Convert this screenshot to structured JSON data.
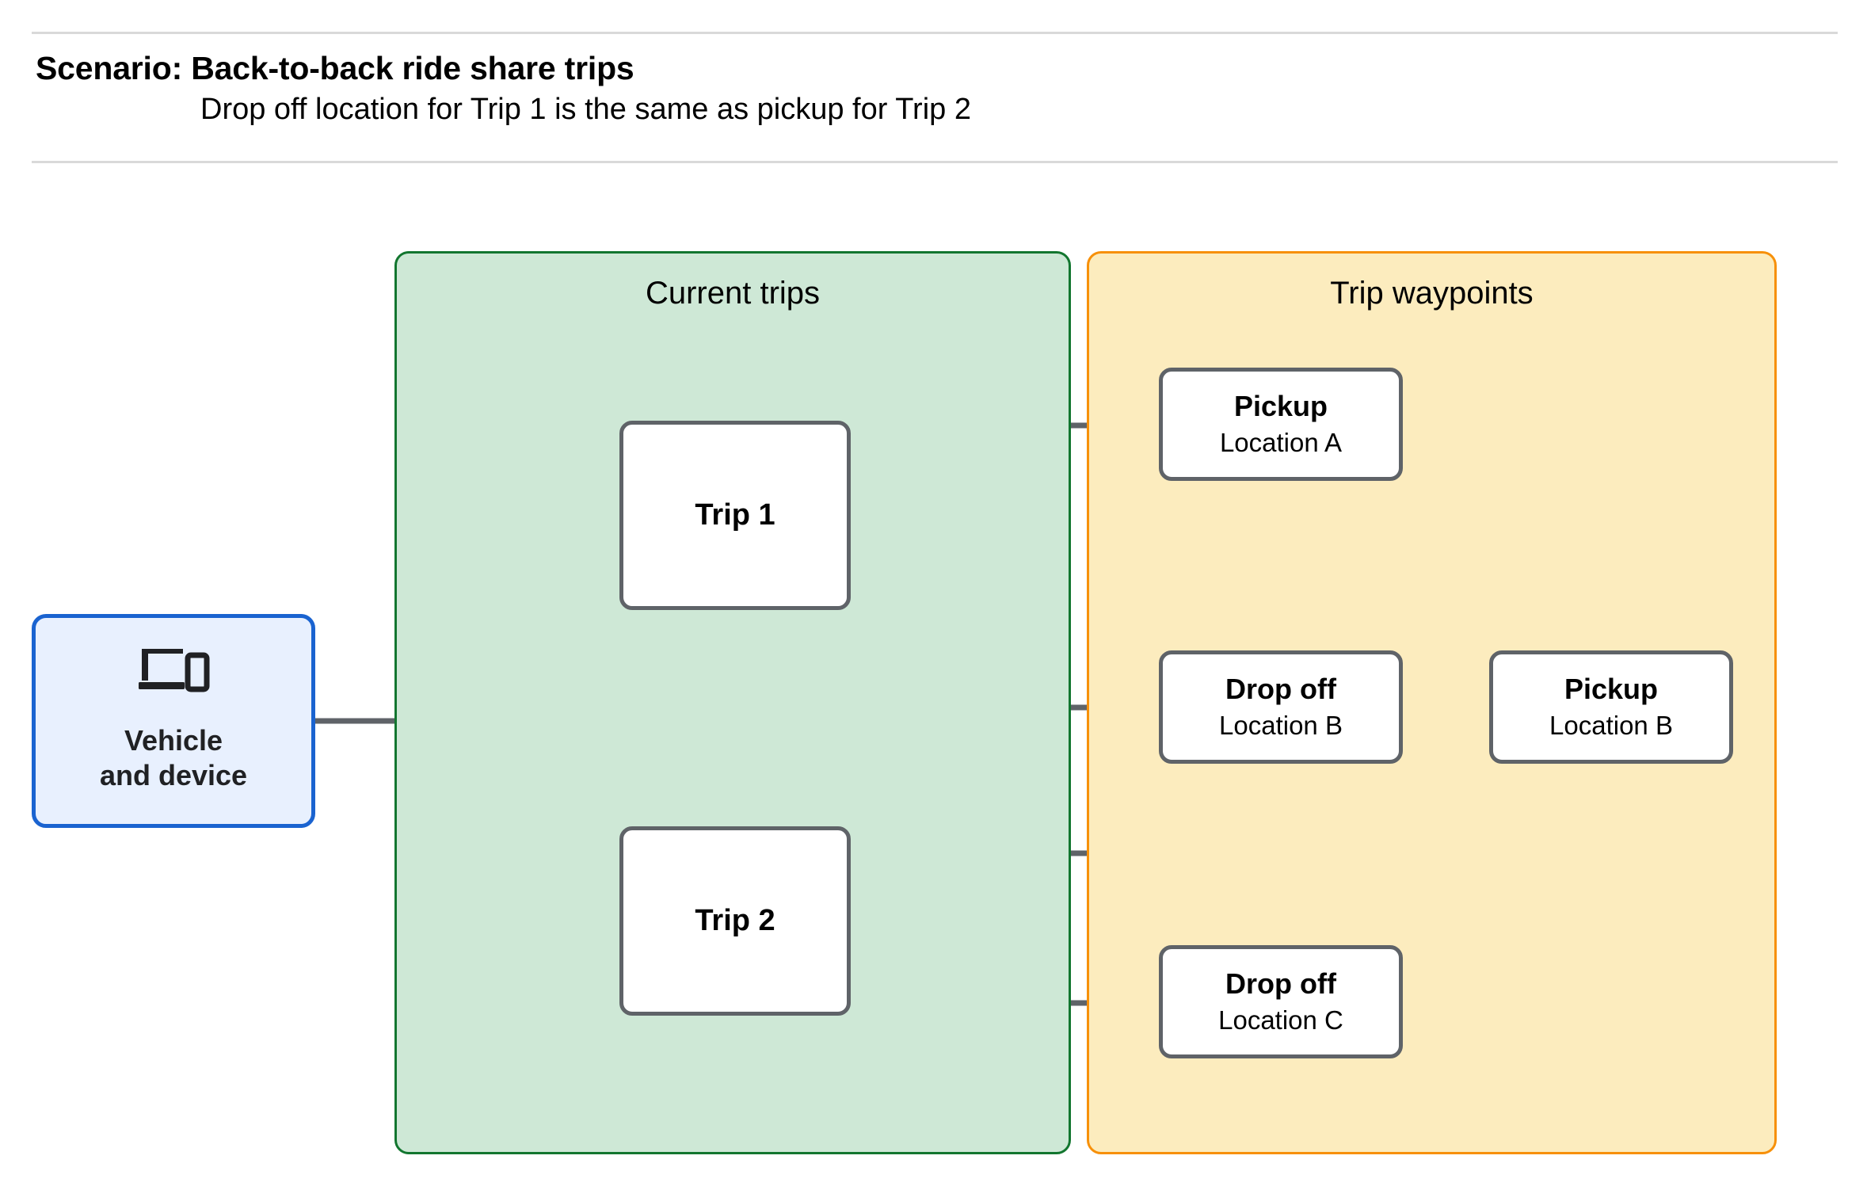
{
  "header": {
    "title": "Scenario: Back-to-back ride share trips",
    "subtitle": "Drop off  location for Trip 1 is the same as pickup for Trip 2"
  },
  "groups": {
    "current_trips": {
      "title": "Current trips",
      "fill": "#cee8d6",
      "border": "#12762f"
    },
    "trip_waypoints": {
      "title": "Trip waypoints",
      "fill": "#fcecbe",
      "border": "#f79009"
    }
  },
  "vehicle": {
    "icon": "laptop-and-phone-icon",
    "label": "Vehicle\nand device",
    "fill": "#e8f0fe",
    "border": "#1a63d0"
  },
  "trips": [
    {
      "label": "Trip 1"
    },
    {
      "label": "Trip 2"
    }
  ],
  "waypoints": [
    {
      "type": "Pickup",
      "location": "Location A"
    },
    {
      "type": "Drop off",
      "location": "Location B"
    },
    {
      "type": "Pickup",
      "location": "Location B"
    },
    {
      "type": "Drop off",
      "location": "Location C"
    }
  ],
  "connector_color": "#5f6368",
  "edges": [
    {
      "from": "vehicle",
      "to": "trip-1"
    },
    {
      "from": "vehicle",
      "to": "trip-2"
    },
    {
      "from": "trip-1",
      "to": "pickup-a"
    },
    {
      "from": "trip-1",
      "to": "dropoff-b"
    },
    {
      "from": "trip-2",
      "to": "pickup-b"
    },
    {
      "from": "trip-2",
      "to": "dropoff-c"
    }
  ]
}
